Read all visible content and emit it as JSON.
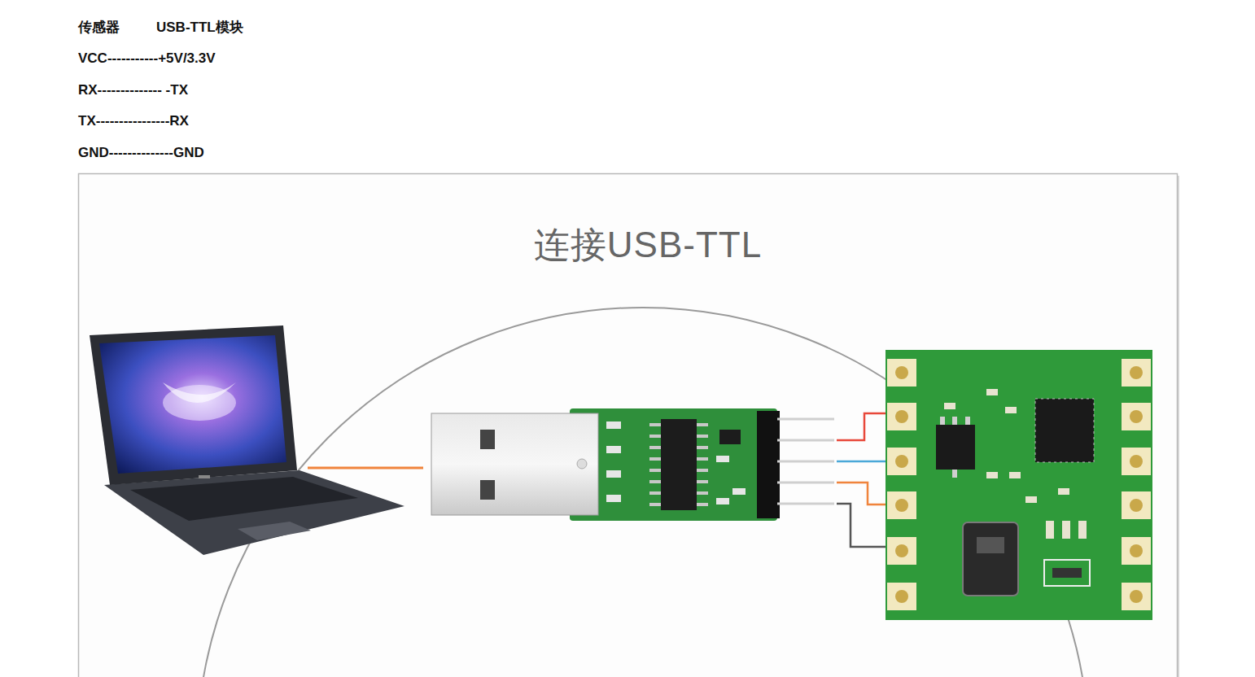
{
  "diagram": {
    "title": "连接USB-TTL",
    "labels": [
      "传感器",
      "USB-TTL模块",
      "VCC-----------+5V/3.3V",
      "RX-------------- -TX",
      "TX----------------RX",
      "GND--------------GND"
    ]
  }
}
